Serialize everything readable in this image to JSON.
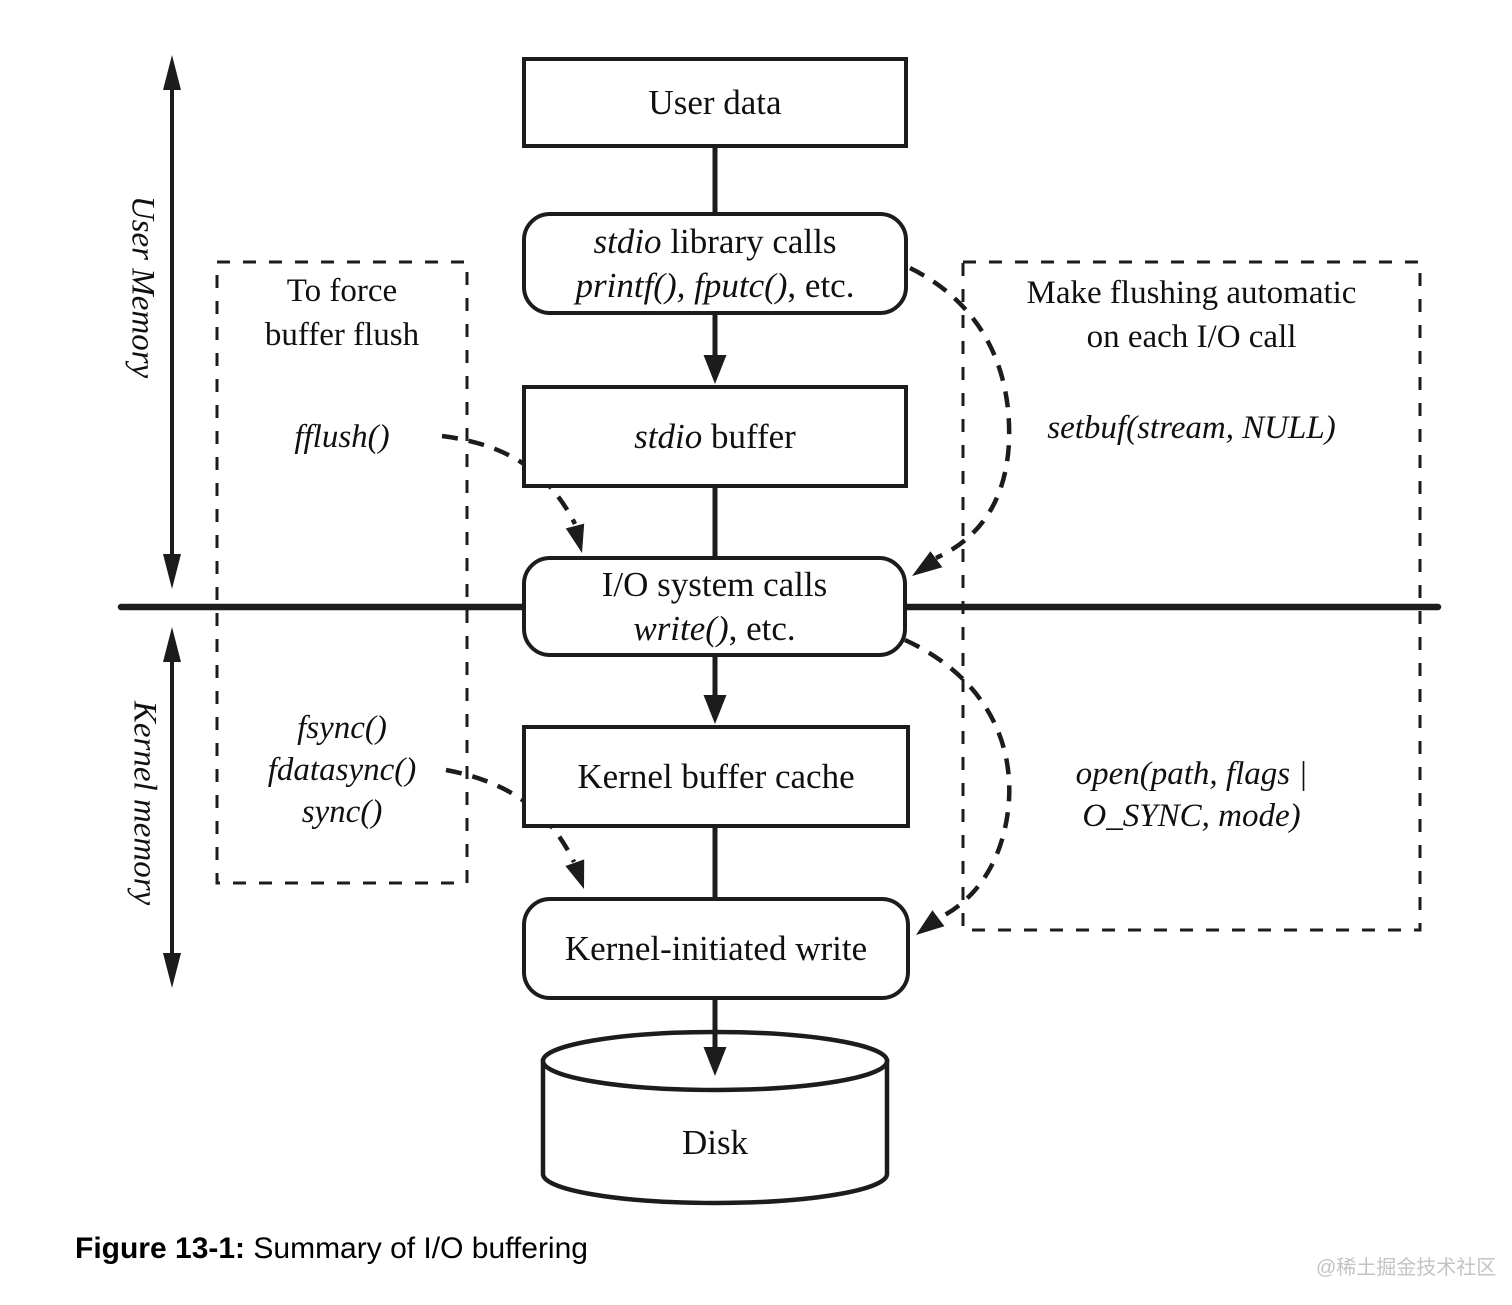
{
  "nodes": {
    "user_data": "User data",
    "stdio_calls": {
      "l1_em": "stdio",
      "l1": " library calls",
      "l2_em": "printf(), fputc()",
      "l2": ", etc."
    },
    "stdio_buffer": {
      "em": "stdio",
      "rest": " buffer"
    },
    "io_syscalls": {
      "l1": "I/O system calls",
      "l2_em": "write()",
      "l2": ", etc."
    },
    "kernel_buffer_cache": "Kernel buffer cache",
    "kernel_initiated_write": "Kernel-initiated write",
    "disk": "Disk"
  },
  "memory_labels": {
    "user": "User Memory",
    "kernel": "Kernel memory"
  },
  "force_flush_box": {
    "heading": "To force\nbuffer flush",
    "stdio_call": "fflush()",
    "kernel_calls": "fsync()\nfdatasync()\nsync()"
  },
  "auto_flush_box": {
    "heading": "Make flushing automatic\non each I/O call",
    "stdio_call": "setbuf(stream, NULL)",
    "kernel_call": "open(path, flags |\nO_SYNC, mode)"
  },
  "caption": {
    "label": "Figure 13-1:",
    "text": " Summary of I/O buffering"
  },
  "watermark": "@稀土掘金技术社区",
  "colors": {
    "line": "#1c1c1c",
    "text": "#101010",
    "watermark": "#c3c3c3"
  }
}
